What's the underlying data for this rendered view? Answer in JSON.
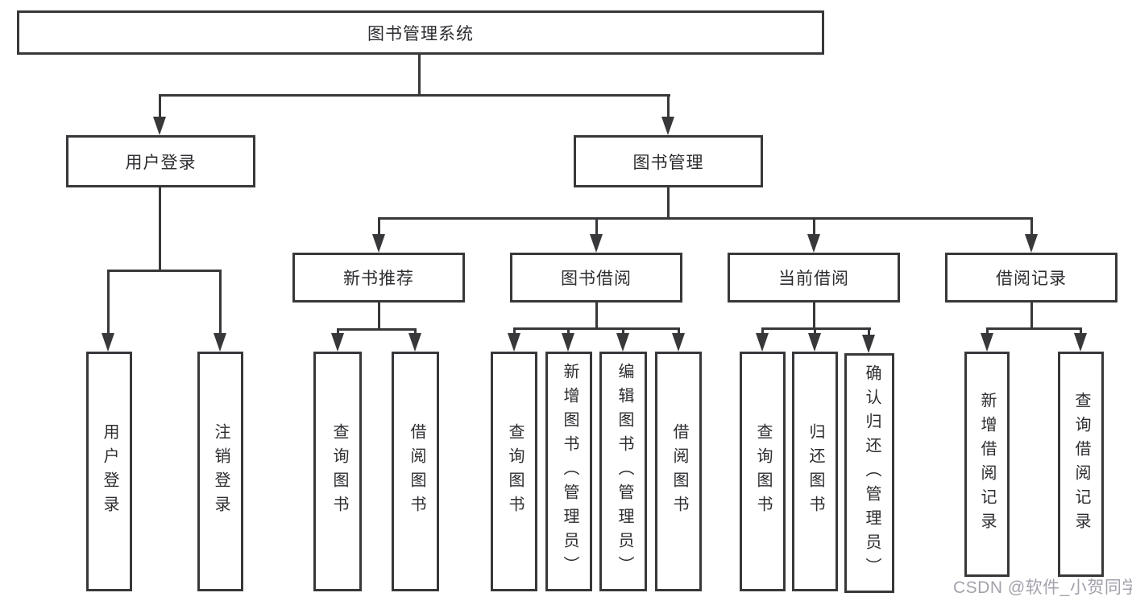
{
  "diagram": {
    "title": "图书管理系统",
    "root": "图书管理系统",
    "level2": [
      "用户登录",
      "图书管理"
    ],
    "level3": [
      "新书推荐",
      "图书借阅",
      "当前借阅",
      "借阅记录"
    ],
    "leaves_login": [
      "用户登录",
      "注销登录"
    ],
    "leaves_newbook": [
      "查询图书",
      "借阅图书"
    ],
    "leaves_borrow": [
      "查询图书",
      "新增图书（管理员）",
      "编辑图书（管理员）",
      "借阅图书"
    ],
    "leaves_current": [
      "查询图书",
      "归还图书",
      "确认归还（管理员）"
    ],
    "leaves_record": [
      "新增借阅记录",
      "查询借阅记录"
    ]
  },
  "watermark": "CSDN @软件_小贺同学",
  "colors": {
    "line": "#38383b",
    "text": "#2d2d31",
    "background": "#ffffff",
    "watermark": "#a2a2ac"
  }
}
